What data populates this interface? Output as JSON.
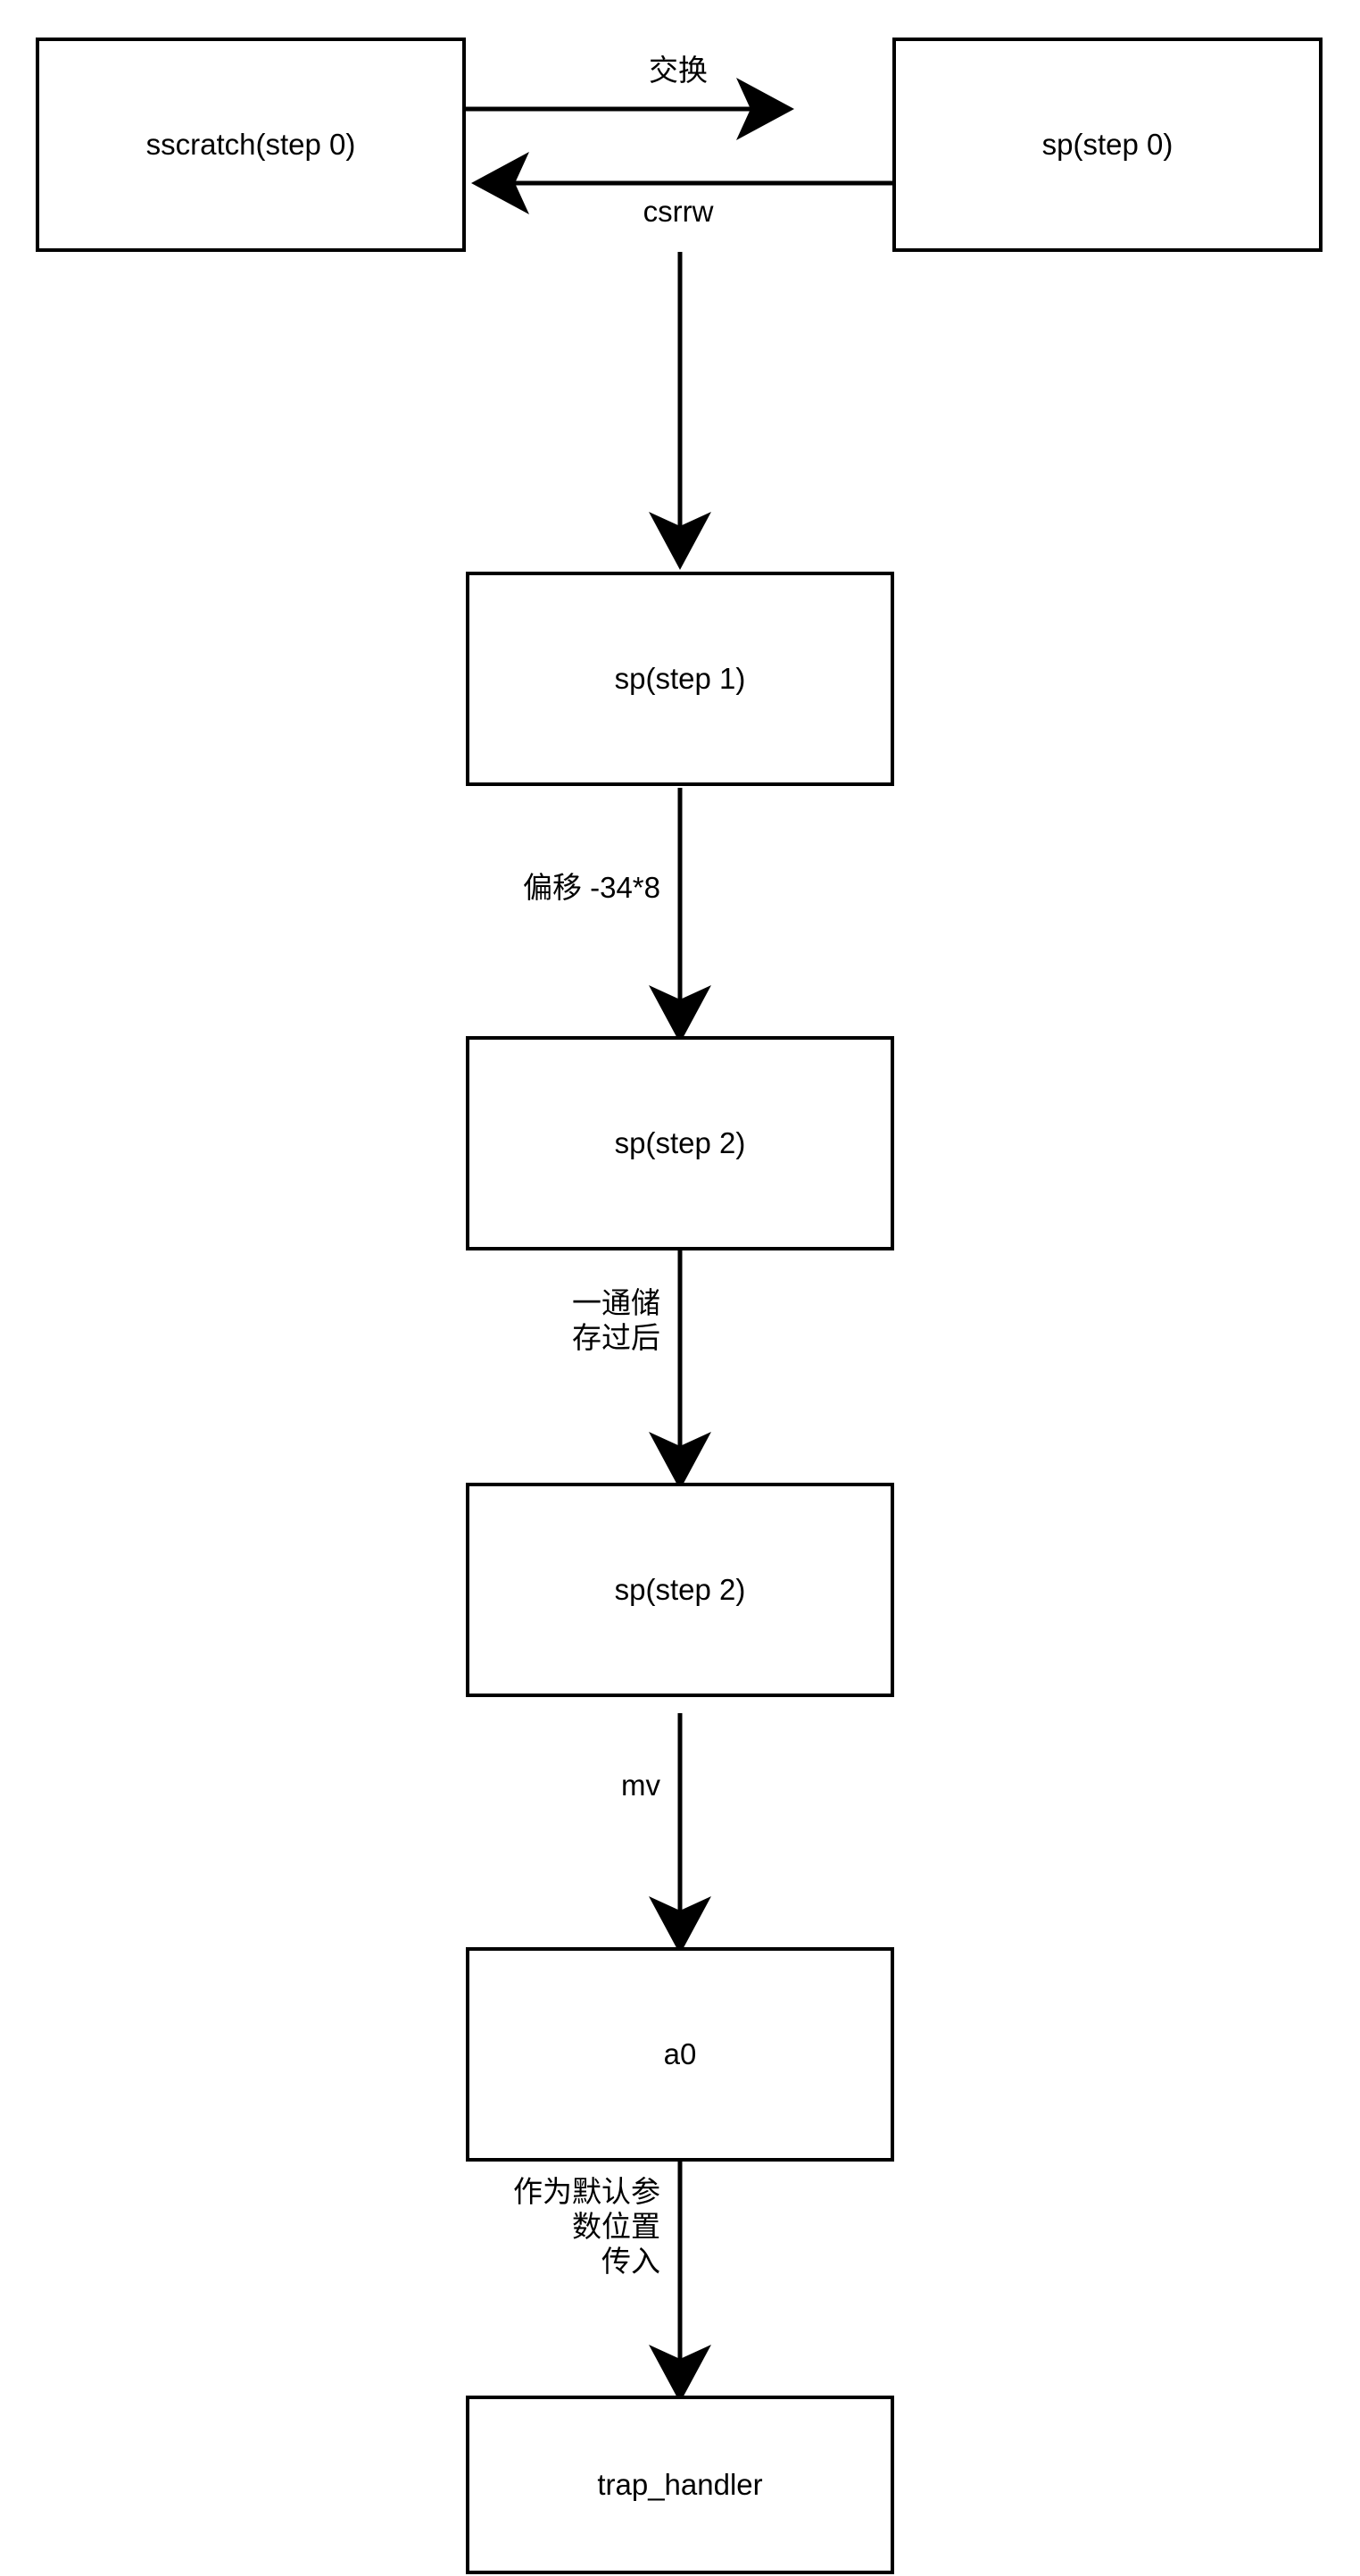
{
  "diagram": {
    "type": "flowchart",
    "title": "",
    "background_color": "#ffffff",
    "stroke_color": "#000000",
    "nodes": [
      {
        "id": "sscratch0",
        "label": "sscratch(step 0)"
      },
      {
        "id": "sp0",
        "label": "sp(step 0)"
      },
      {
        "id": "sp1",
        "label": "sp(step 1)"
      },
      {
        "id": "sp2a",
        "label": "sp(step 2)"
      },
      {
        "id": "sp2b",
        "label": "sp(step 2)"
      },
      {
        "id": "a0",
        "label": "a0"
      },
      {
        "id": "trap",
        "label": "trap_handler"
      }
    ],
    "edges": [
      {
        "from": "sscratch0",
        "to": "sp0",
        "label": "交换"
      },
      {
        "from": "sp0",
        "to": "sscratch0",
        "label": "csrrw"
      },
      {
        "from": "sscratch0",
        "to": "sp1",
        "label": ""
      },
      {
        "from": "sp1",
        "to": "sp2a",
        "label": "偏移 -34*8"
      },
      {
        "from": "sp2a",
        "to": "sp2b",
        "label": "一通储\n存过后"
      },
      {
        "from": "sp2b",
        "to": "a0",
        "label": "mv"
      },
      {
        "from": "a0",
        "to": "trap",
        "label": "作为默认参\n数位置\n传入"
      }
    ]
  }
}
